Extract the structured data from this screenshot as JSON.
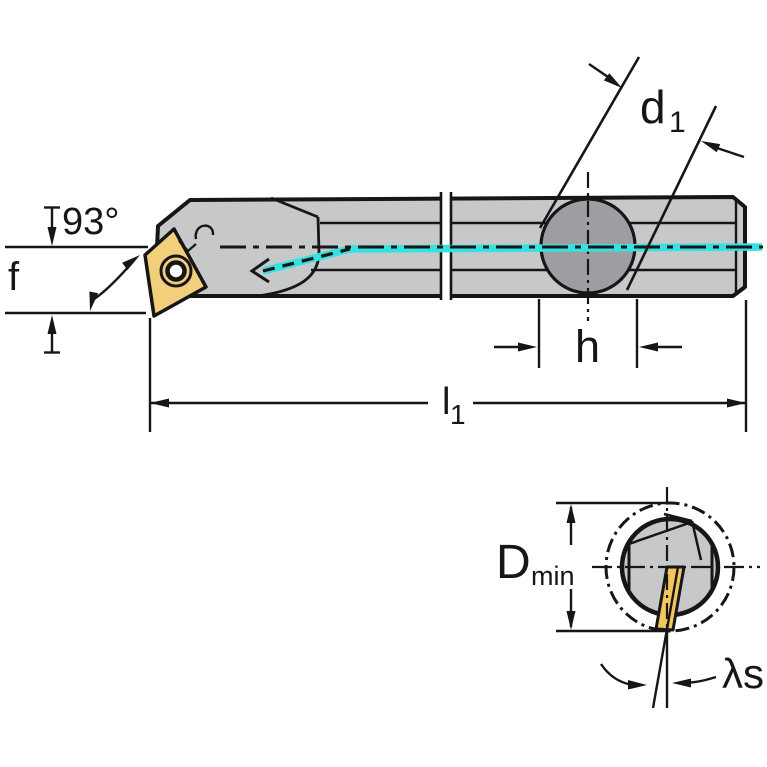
{
  "annotations": {
    "approach_angle": "93°",
    "tip_offset": "f",
    "hole_diameter_base": "d",
    "hole_diameter_sub": "1",
    "clamp_width": "h",
    "overall_length_base": "l",
    "overall_length_sub": "1",
    "min_bore_base": "D",
    "min_bore_sub": "min",
    "inclination_angle": "λs"
  },
  "colors": {
    "background": "#ffffff",
    "body_gray": "#c7c8ca",
    "clamp_hole_gray": "#9d9ea1",
    "insert_gold_side": "#f2cf7a",
    "insert_gold_end": "#f2c65f",
    "coolant_cyan": "#35e2e2",
    "line_black": "#161616"
  }
}
